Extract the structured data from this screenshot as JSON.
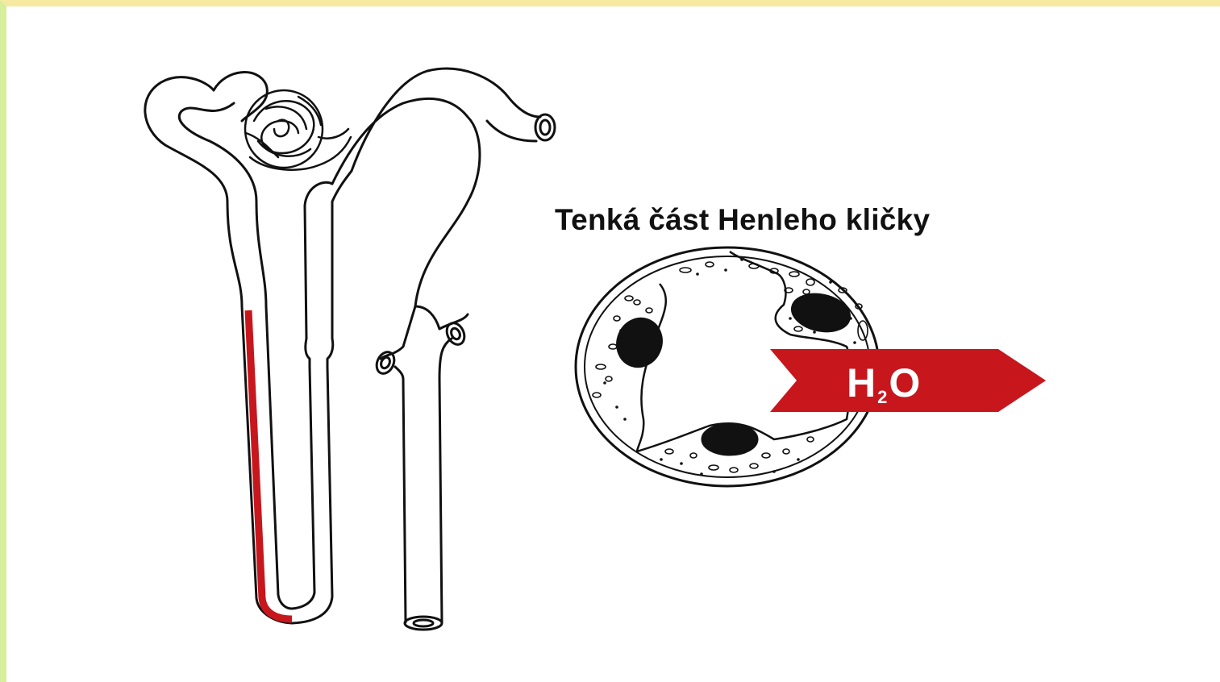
{
  "diagram": {
    "title": "Tenká část Henleho kličky",
    "arrow": {
      "label_main": "H",
      "label_sub": "2",
      "label_end": "O"
    }
  },
  "colors": {
    "highlight": "#c8161d",
    "arrow_fill": "#c8161d",
    "outline": "#111111",
    "frame_top": "#f5eaa0",
    "frame_left": "#d6ef9c"
  },
  "icons": [
    "nephron-drawing",
    "glomerulus",
    "tubule-cross-section",
    "cell-nucleus",
    "arrow-right"
  ]
}
